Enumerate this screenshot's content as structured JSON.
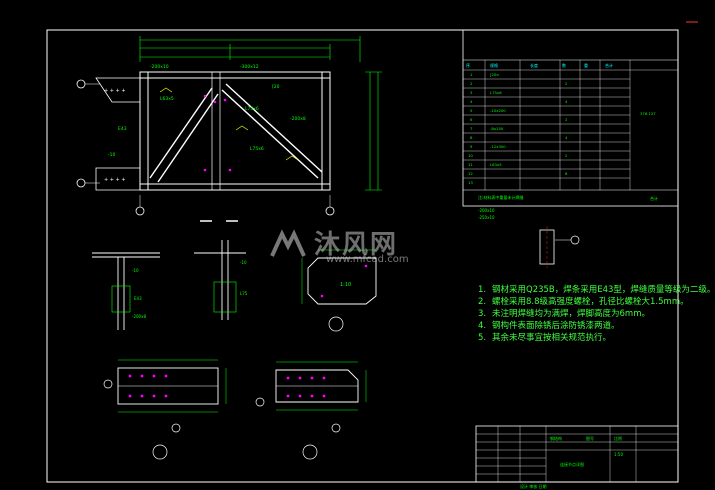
{
  "watermark": {
    "title": "沐风网",
    "url": "www.mfcad.com"
  },
  "notes": [
    {
      "num": "1.",
      "text": "钢材采用Q235B，焊条采用E43型，焊缝质量等级为二级。"
    },
    {
      "num": "2.",
      "text": "螺栓采用8.8级高强度螺栓，孔径比螺栓大1.5mm。"
    },
    {
      "num": "3.",
      "text": "未注明焊缝均为满焊，焊脚高度为6mm。"
    },
    {
      "num": "4.",
      "text": "钢构件表面除锈后涂防锈漆两道。"
    },
    {
      "num": "5.",
      "text": "其余未尽事宜按相关规范执行。"
    }
  ],
  "colors": {
    "frame": "#ffffff",
    "green": "#00ff00",
    "yellow": "#ffff00",
    "cyan": "#00ffff",
    "magenta": "#ff00ff",
    "red": "#ff3030"
  }
}
